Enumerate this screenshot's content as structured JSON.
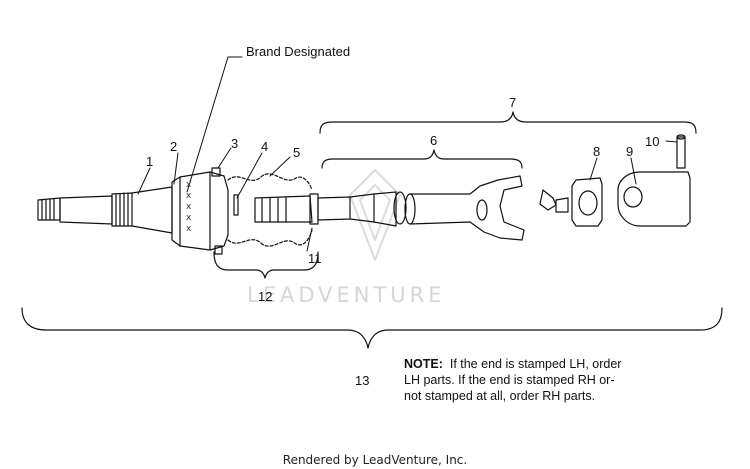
{
  "labels": {
    "brand": "Brand Designated",
    "p1": "1",
    "p2": "2",
    "p3": "3",
    "p4": "4",
    "p5": "5",
    "p6": "6",
    "p7": "7",
    "p8": "8",
    "p9": "9",
    "p10": "10",
    "p11": "11",
    "p12": "12",
    "p13": "13"
  },
  "stamp_marks": [
    "x",
    "x",
    "x",
    "x",
    "x"
  ],
  "note": {
    "heading": "NOTE:",
    "line1": "If the end is stamped LH, order",
    "line2": "LH parts.  If the end is stamped RH or-",
    "line3": "not stamped at all, order RH parts."
  },
  "watermark": "LEADVENTURE",
  "footer": "Rendered by LeadVenture, Inc."
}
